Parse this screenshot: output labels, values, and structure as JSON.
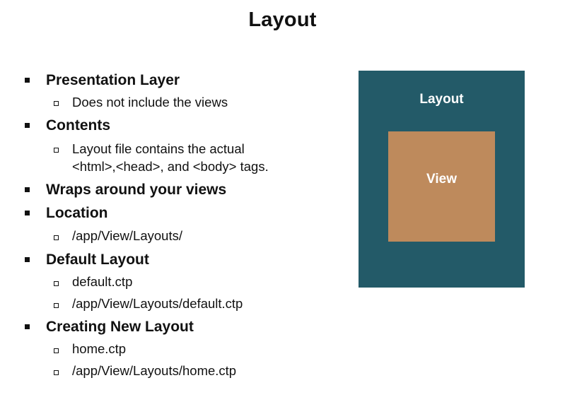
{
  "title": "Layout",
  "outline": [
    {
      "label": "Presentation Layer",
      "subitems": [
        "Does not include the views"
      ]
    },
    {
      "label": "Contents",
      "subitems": [
        "Layout file contains the actual",
        "<html>,<head>, and <body> tags."
      ]
    },
    {
      "label": "Wraps around your views",
      "subitems": []
    },
    {
      "label": "Location",
      "subitems": [
        "/app/View/Layouts/"
      ]
    },
    {
      "label": "Default Layout",
      "subitems": [
        "default.ctp",
        "/app/View/Layouts/default.ctp"
      ]
    },
    {
      "label": "Creating New Layout",
      "subitems": [
        "home.ctp",
        "/app/View/Layouts/home.ctp"
      ]
    }
  ],
  "diagram": {
    "outer_label": "Layout",
    "inner_label": "View",
    "outer_color": "#235a68",
    "inner_color": "#be8a5c"
  }
}
